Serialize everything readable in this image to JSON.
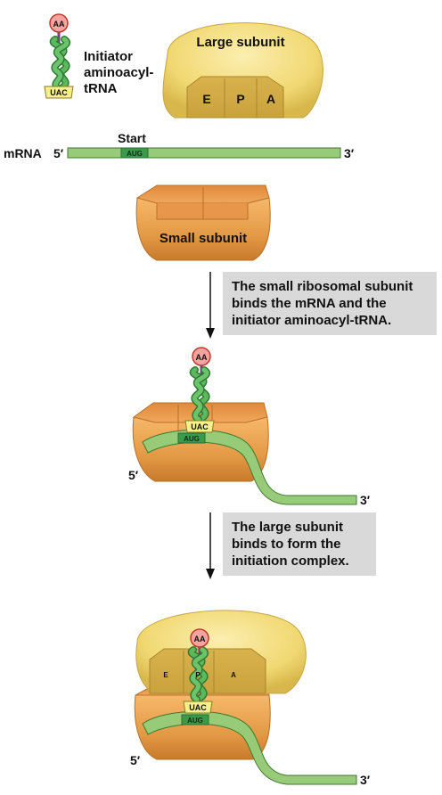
{
  "labels": {
    "aa": "AA",
    "anticodon": "UAC",
    "initiator_line1": "Initiator",
    "initiator_line2": "aminoacyl-",
    "initiator_line3": "tRNA",
    "large_subunit": "Large subunit",
    "small_subunit": "Small subunit",
    "site_e": "E",
    "site_p": "P",
    "site_a": "A",
    "mrna": "mRNA",
    "five_prime": "5′",
    "three_prime": "3′",
    "start": "Start",
    "codon": "AUG"
  },
  "steps": [
    {
      "caption": "The small ribosomal subunit binds the mRNA and the initiator aminoacyl-tRNA."
    },
    {
      "caption": "The large subunit binds to form the initiation complex."
    }
  ],
  "colors": {
    "large_subunit": "#f3dc7c",
    "small_subunit": "#e39a45",
    "mrna": "#98cb78",
    "codon": "#3b9a4a",
    "trna": "#48a54c",
    "aa": "#f4a4a0",
    "caption_bg": "#d9d9d9"
  }
}
